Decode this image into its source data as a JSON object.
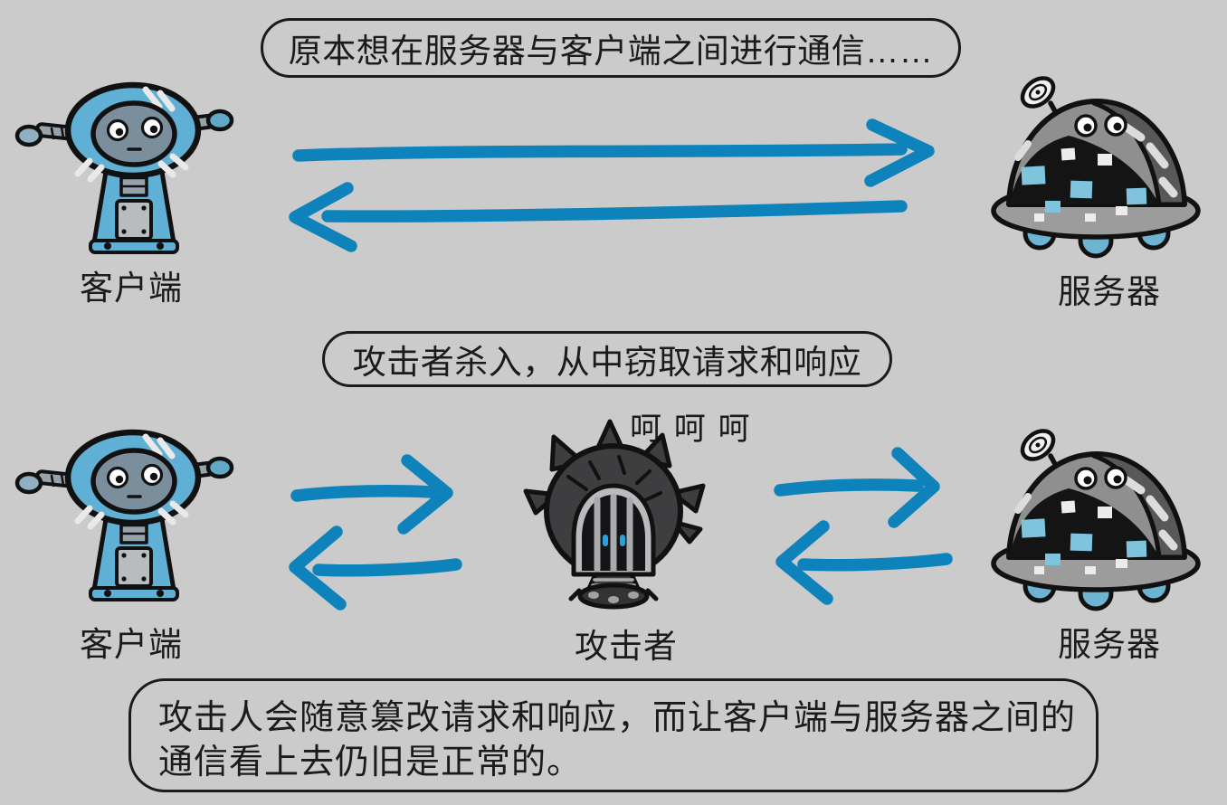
{
  "colors": {
    "background": "#cbcbcb",
    "ink": "#1b1b1b",
    "arrow-blue": "#0e82ba",
    "client-blue": "#5fb0d4",
    "server-square-blue": "#7fc3dc",
    "attacker-eye-blue": "#2b9fd9"
  },
  "scene1": {
    "bubble_text": "原本想在服务器与客户端之间进行通信……",
    "client_label": "客户端",
    "server_label": "服务器"
  },
  "scene2": {
    "bubble_text": "攻击者杀入，从中窃取请求和响应",
    "laugh_text": "呵 呵 呵",
    "client_label": "客户端",
    "attacker_label": "攻击者",
    "server_label": "服务器"
  },
  "caption": {
    "lines": [
      "攻击人会随意篡改请求和响应，而让客户端与服务器之间的",
      "通信看上去仍旧是正常的。"
    ]
  }
}
